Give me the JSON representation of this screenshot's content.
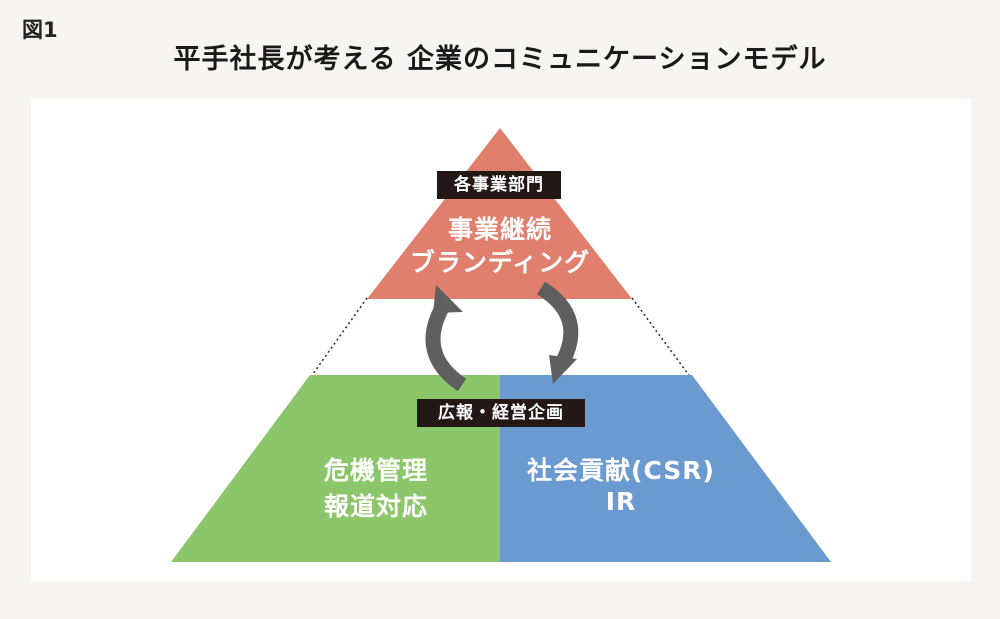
{
  "figure_label": "図1",
  "title": "平手社長が考える 企業のコミュニケーションモデル",
  "top_section": {
    "department": "各事業部門",
    "lines": [
      "事業継続",
      "ブランディング"
    ],
    "color": "#e07f6e"
  },
  "bottom_section": {
    "department": "広報・経営企画",
    "left": {
      "lines": [
        "危機管理",
        "報道対応"
      ],
      "color": "#8cc66b"
    },
    "right": {
      "lines": [
        "社会貢献(CSR)",
        "IR"
      ],
      "color": "#6b9ad1"
    }
  },
  "arrow_color": "#5f5f5f"
}
